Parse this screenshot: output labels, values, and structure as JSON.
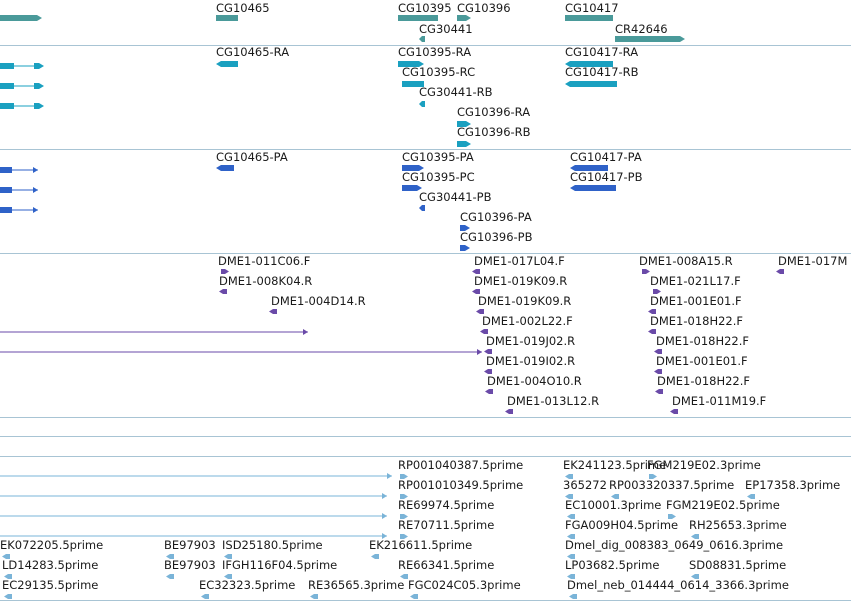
{
  "colors": {
    "gene": "#4a9a9a",
    "transcript": "#1aa0c0",
    "protein": "#2f62c8",
    "cdna": "#6a4aa8",
    "est": "#7ab4d8",
    "separator": "#a8c4d4"
  },
  "tracks": {
    "genes": [
      "CG10465",
      "CG10395",
      "CG10396",
      "CG30441",
      "CG10417",
      "CR42646"
    ],
    "transcripts": [
      "CG10465-RA",
      "CG10395-RA",
      "CG10395-RC",
      "CG30441-RB",
      "CG10396-RA",
      "CG10396-RB",
      "CG10417-RA",
      "CG10417-RB"
    ],
    "proteins": [
      "CG10465-PA",
      "CG10395-PA",
      "CG10395-PC",
      "CG30441-PB",
      "CG10396-PA",
      "CG10396-PB",
      "CG10417-PA",
      "CG10417-PB"
    ],
    "cdna_clones": [
      "DME1-011C06.F",
      "DME1-008K04.R",
      "DME1-004D14.R",
      "DME1-017L04.F",
      "DME1-019K09.R",
      "DME1-019K09.R",
      "DME1-002L22.F",
      "DME1-019J02.R",
      "DME1-019I02.R",
      "DME1-004O10.R",
      "DME1-013L12.R",
      "DME1-008A15.R",
      "DME1-021L17.F",
      "DME1-001E01.F",
      "DME1-018H22.F",
      "DME1-018H22.F",
      "DME1-001E01.F",
      "DME1-018H22.F",
      "DME1-011M19.F",
      "DME1-017M"
    ],
    "est_reads": [
      "RP001040387.5prime",
      "RP001010349.5prime",
      "RE69974.5prime",
      "RE70711.5prime",
      "EK216611.5prime",
      "RE66341.5prime",
      "EK072205.5prime",
      "BE97903",
      "ISD25180.5prime",
      "LD14283.5prime",
      "BE97903",
      "IFGH116F04.5prime",
      "EC29135.5prime",
      "EC32323.5prime",
      "RE36565.3prime",
      "FGC024C05.3prime",
      "EK241123.5prime",
      "FGM219E02.3prime",
      "365272",
      "RP003320337.5prime",
      "EP17358.3prime",
      "EC10001.3prime",
      "FGM219E02.5prime",
      "FGA009H04.5prime",
      "RH25653.3prime",
      "Dmel_dig_008383_0649_0616.3prime",
      "LP03682.5prime",
      "SD08831.5prime",
      "Dmel_neb_014444_0614_3366.3prime"
    ]
  }
}
